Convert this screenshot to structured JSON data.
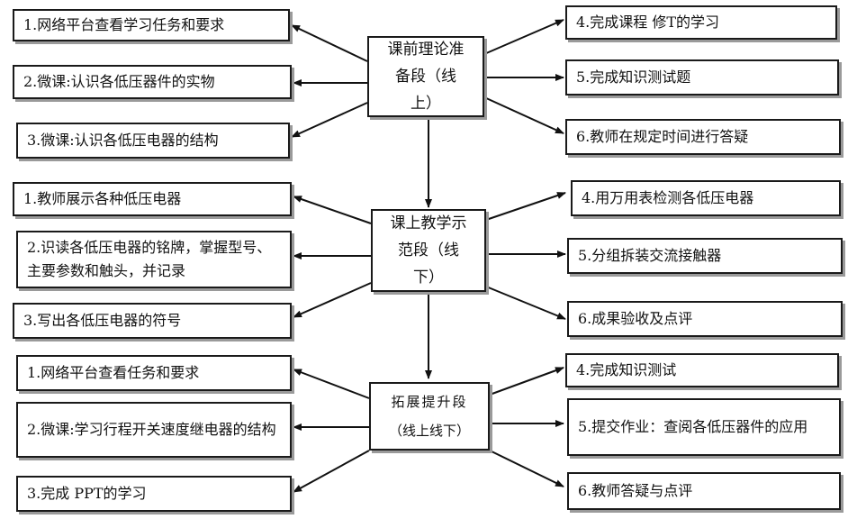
{
  "hubs": {
    "pre": "课前理论准备段（线上）",
    "class": "课上教学示范段（线下）",
    "ext_line1": "拓展提升段",
    "ext_line2": "（线上线下）"
  },
  "pre_left": [
    "1.网络平台查看学习任务和要求",
    "2.微课:认识各低压器件的实物",
    "3.微课:认识各低压电器的结构"
  ],
  "pre_right": [
    "4.完成课程 修T的学习",
    "5.完成知识测试题",
    "6.教师在规定时间进行答疑"
  ],
  "class_left": [
    "1.教师展示各种低压电器",
    "2.识读各低压电器的铭牌，掌握型号、主要参数和触头，并记录",
    "3.写出各低压电器的符号"
  ],
  "class_right": [
    "4.用万用表检测各低压电器",
    "5.分组拆装交流接触器",
    "6.成果验收及点评"
  ],
  "ext_left": [
    "1.网络平台查看任务和要求",
    "2.微课:学习行程开关速度继电器的结构",
    "3.完成 PPT的学习"
  ],
  "ext_right": [
    "4.完成知识测试",
    "5.提交作业：查阅各低压器件的应用",
    "6.教师答疑与点评"
  ]
}
